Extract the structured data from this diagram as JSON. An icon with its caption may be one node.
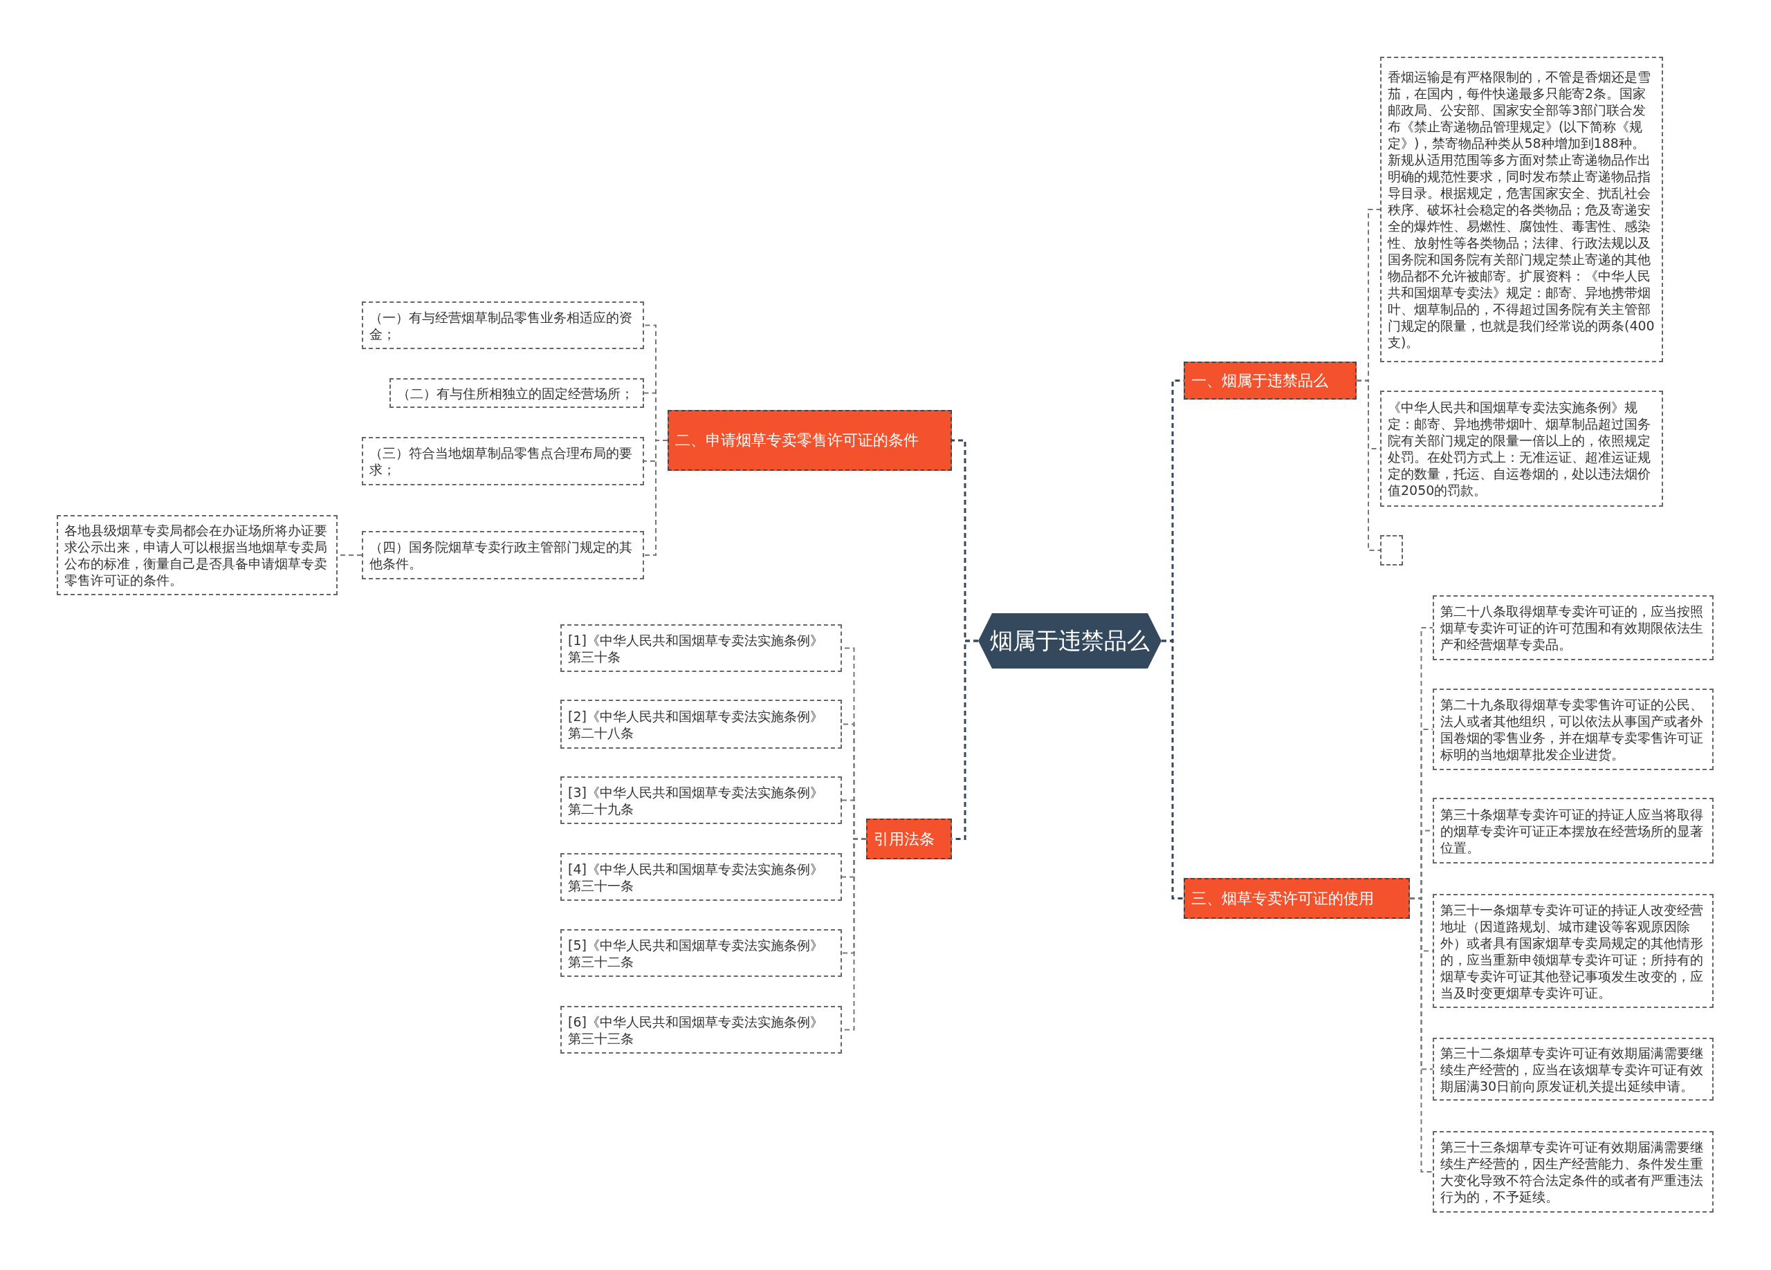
{
  "diagram": {
    "nodes": [
      {
        "text": [
          "烟属于违禁品么"
        ]
      },
      {
        "text": [
          "一、烟属于违禁品么"
        ]
      },
      {
        "text": [
          "香烟运输是有严格限制的，不管是香烟还是雪茄，在国内，每件快递最多只能寄2条。国家邮政局、公安部、国家安全部等3部门联合发布《禁止寄递物品管理规定》(以下简称《规定》)，禁寄物品种类从58种增加到188种。新规从适用范围等多方面对禁止寄递物品作出明确的规范性要求，同时发布禁止寄递物品指导目录。根据规定，危害国家安全、扰乱社会秩序、破坏社会稳定的各类物品；危及寄递安全的爆炸性、易燃性、腐蚀性、毒害性、感染性、放射性等各类物品；法律、行政法规以及国务院和国务院有关部门规定禁止寄递的其他物品都不允许被邮寄。扩展资料：《中华人民共和国烟草专卖法》规定：邮寄、异地携带烟叶、烟草制品的，不得超过国务院有关主管部门规定的限量，也就是我们经常说的两条(400支)。"
        ]
      },
      {
        "text": [
          "《中华人民共和国烟草专卖法实施条例》规定：邮寄、异地携带烟叶、烟草制品超过国务院有关部门规定的限量一倍以上的，依照规定处罚。在处罚方式上：无准运证、超准运证规定的数量，托运、自运卷烟的，处以违法烟价值2050的罚款。"
        ]
      },
      {
        "text": [],
        "shape": "box"
      },
      {
        "text": [
          "二、申请烟草专卖零售许可证的条件"
        ]
      },
      {
        "text": [
          "（一）有与经营烟草制品零售业务相适应的资金；"
        ]
      },
      {
        "text": [
          "（二）有与住所相独立的固定经营场所；"
        ]
      },
      {
        "text": [
          "（三）符合当地烟草制品零售点合理布局的要求；"
        ]
      },
      {
        "text": [
          "（四）国务院烟草专卖行政主管部门规定的其他条件。"
        ]
      },
      {
        "text": [
          "各地县级烟草专卖局都会在办证场所将办证要求公示出来，申请人可以根据当地烟草专卖局公布的标准，衡量自己是否具备申请烟草专卖零售许可证的条件。"
        ]
      },
      {
        "text": [
          "引用法条"
        ]
      },
      {
        "text": [
          "[1]《中华人民共和国烟草专卖法实施条例》第三十条"
        ]
      },
      {
        "text": [
          "[2]《中华人民共和国烟草专卖法实施条例》第二十八条"
        ]
      },
      {
        "text": [
          "[3]《中华人民共和国烟草专卖法实施条例》第二十九条"
        ]
      },
      {
        "text": [
          "[4]《中华人民共和国烟草专卖法实施条例》第三十一条"
        ]
      },
      {
        "text": [
          "[5]《中华人民共和国烟草专卖法实施条例》第三十二条"
        ]
      },
      {
        "text": [
          "[6]《中华人民共和国烟草专卖法实施条例》第三十三条"
        ]
      },
      {
        "text": [
          "三、烟草专卖许可证的使用"
        ]
      },
      {
        "text": [
          "第二十八条取得烟草专卖许可证的，应当按照烟草专卖许可证的许可范围和有效期限依法生产和经营烟草专卖品。"
        ]
      },
      {
        "text": [
          "第二十九条取得烟草专卖零售许可证的公民、法人或者其他组织，可以依法从事国产或者外国卷烟的零售业务，并在烟草专卖零售许可证标明的当地烟草批发企业进货。"
        ]
      },
      {
        "text": [
          "第三十条烟草专卖许可证的持证人应当将取得的烟草专卖许可证正本摆放在经营场所的显著位置。"
        ]
      },
      {
        "text": [
          "第三十一条烟草专卖许可证的持证人改变经营地址（因道路规划、城市建设等客观原因除外）或者具有国家烟草专卖局规定的其他情形的，应当重新申领烟草专卖许可证；所持有的烟草专卖许可证其他登记事项发生改变的，应当及时变更烟草专卖许可证。"
        ]
      },
      {
        "text": [
          "第三十二条烟草专卖许可证有效期届满需要继续生产经营的，应当在该烟草专卖许可证有效期届满30日前向原发证机关提出延续申请。"
        ]
      },
      {
        "text": [
          "第三十三条烟草专卖许可证有效期届满需要继续生产经营的，因生产经营能力、条件发生重大变化导致不符合法定条件的或者有严重违法行为的，不予延续。"
        ]
      }
    ],
    "edges": [
      {
        "from": 0,
        "to": 1,
        "arrow": "none",
        "color": "#34495e"
      },
      {
        "from": 1,
        "to": 2,
        "arrow": "none"
      },
      {
        "from": 1,
        "to": 3,
        "arrow": "none"
      },
      {
        "from": 1,
        "to": 4,
        "arrow": "none"
      },
      {
        "from": 0,
        "to": 5,
        "arrow": "none",
        "color": "#34495e"
      },
      {
        "from": 5,
        "to": 6,
        "arrow": "none"
      },
      {
        "from": 5,
        "to": 7,
        "arrow": "none"
      },
      {
        "from": 5,
        "to": 8,
        "arrow": "none"
      },
      {
        "from": 5,
        "to": 9,
        "arrow": "none"
      },
      {
        "from": 9,
        "to": 10,
        "arrow": "none"
      },
      {
        "from": 0,
        "to": 11,
        "arrow": "none",
        "color": "#34495e"
      },
      {
        "from": 11,
        "to": 12,
        "arrow": "none"
      },
      {
        "from": 11,
        "to": 13,
        "arrow": "none"
      },
      {
        "from": 11,
        "to": 14,
        "arrow": "none"
      },
      {
        "from": 11,
        "to": 15,
        "arrow": "none"
      },
      {
        "from": 11,
        "to": 16,
        "arrow": "none"
      },
      {
        "from": 11,
        "to": 17,
        "arrow": "none"
      },
      {
        "from": 0,
        "to": 18,
        "arrow": "none",
        "color": "#34495e"
      },
      {
        "from": 18,
        "to": 19,
        "arrow": "none"
      },
      {
        "from": 18,
        "to": 20,
        "arrow": "none"
      },
      {
        "from": 18,
        "to": 21,
        "arrow": "none"
      },
      {
        "from": 18,
        "to": 22,
        "arrow": "none"
      },
      {
        "from": 18,
        "to": 23,
        "arrow": "none"
      },
      {
        "from": 18,
        "to": 24,
        "arrow": "none"
      }
    ]
  }
}
